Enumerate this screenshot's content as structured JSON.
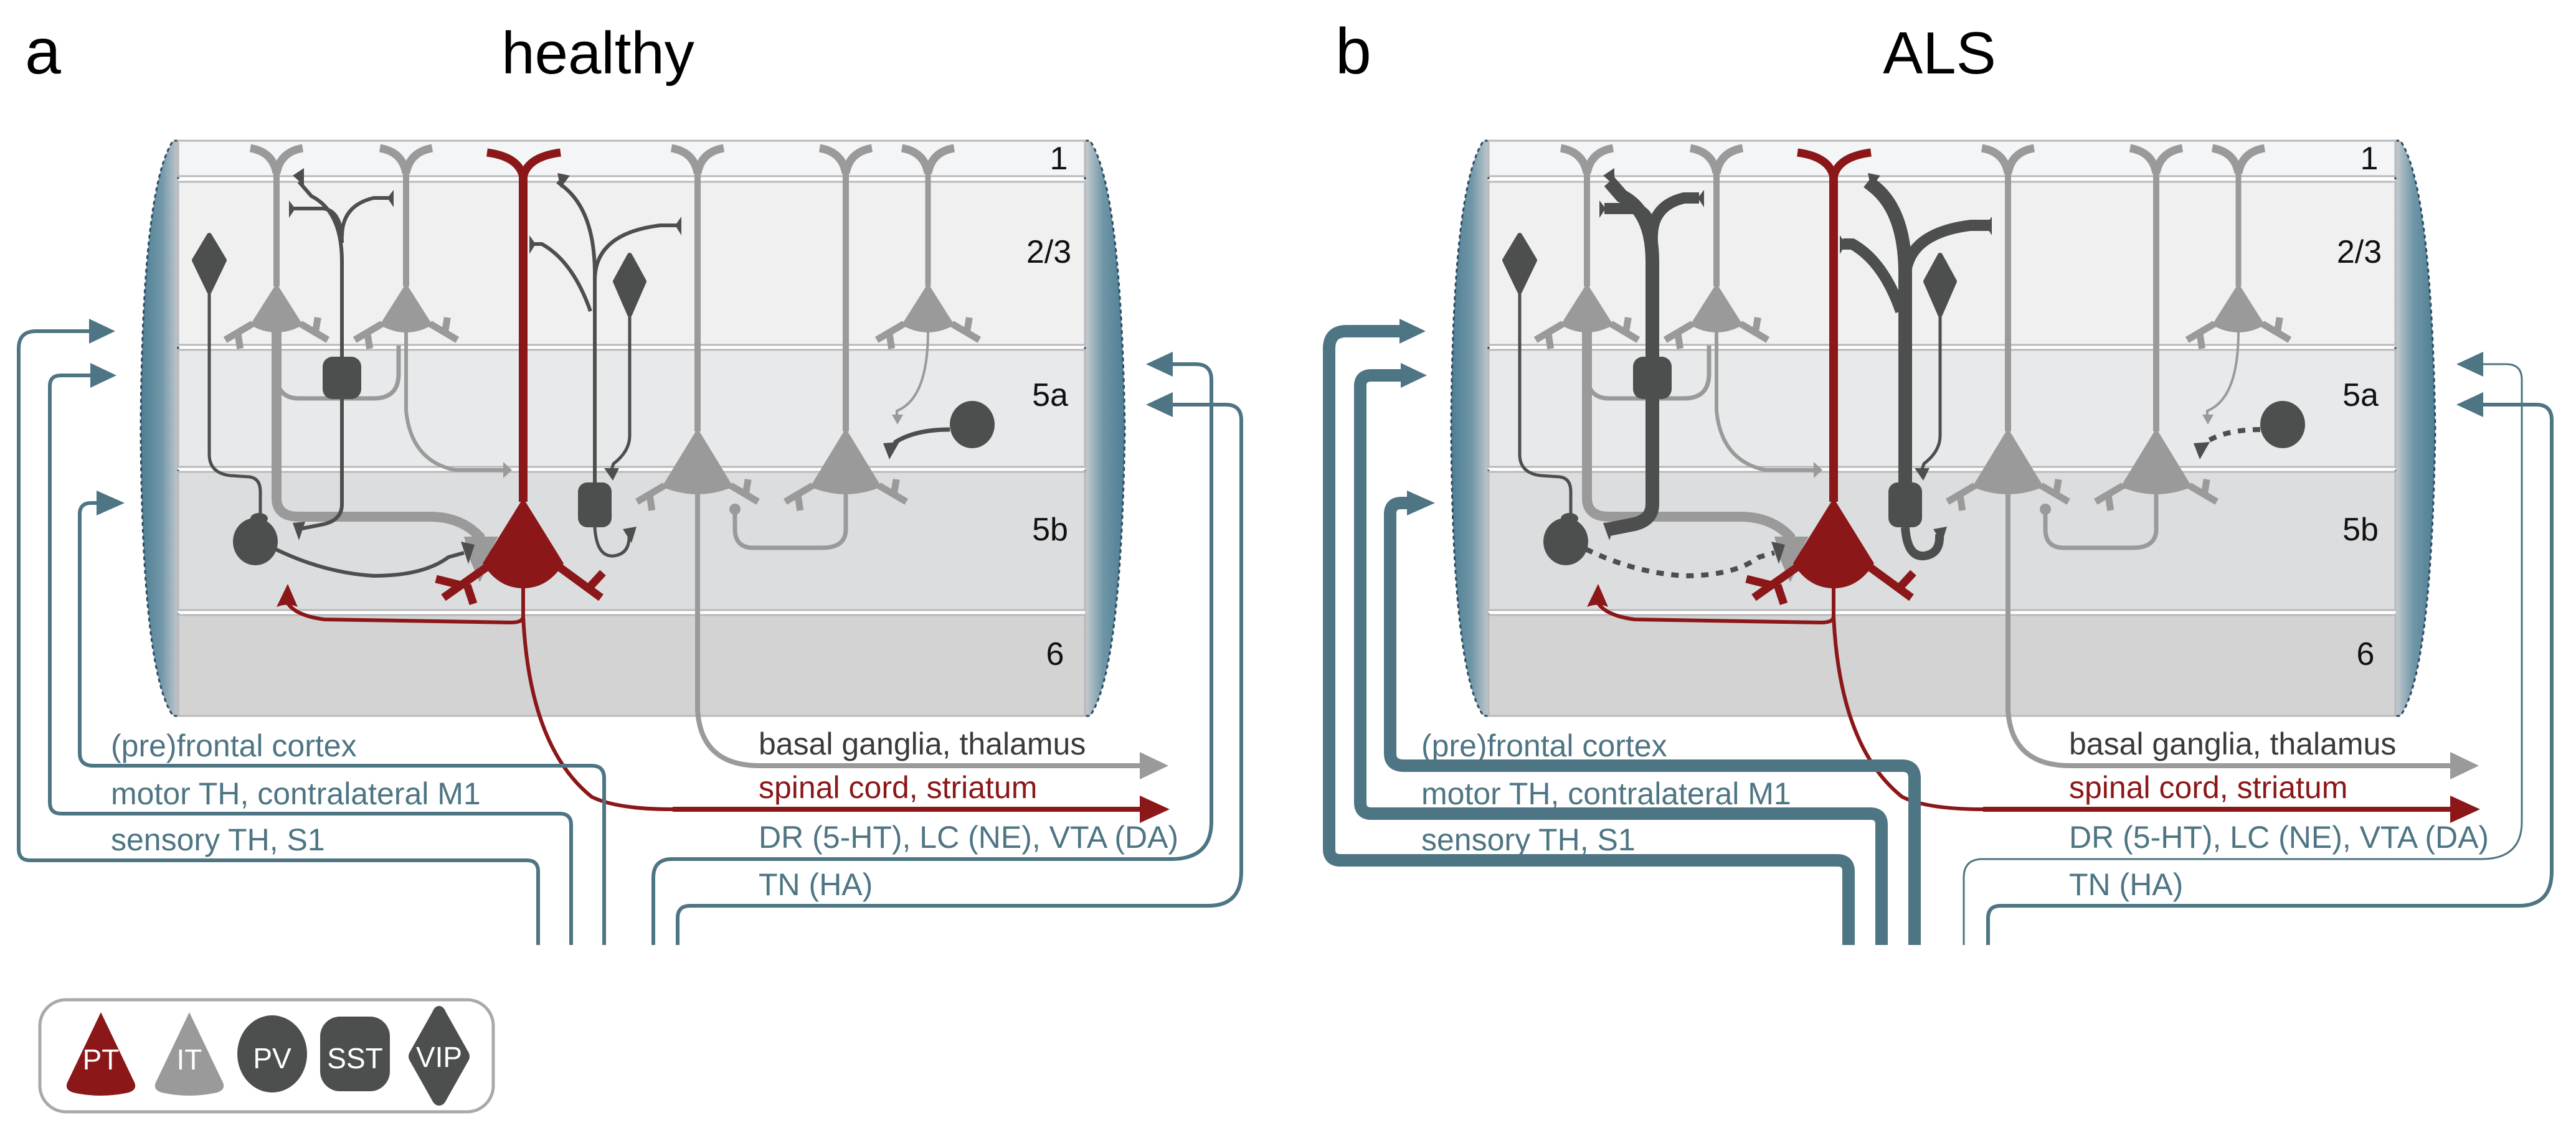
{
  "colors": {
    "pt": "#8b1718",
    "it": "#9a9a9a",
    "interneuron": "#4d4f4f",
    "input_tract": "#4e7583",
    "layer1": "#f4f5f7",
    "layer23": "#f0f0f1",
    "layer5a": "#e8e9ea",
    "layer5b": "#dcdddf",
    "layer6": "#d3d3d4",
    "layer_edge": "#b9b9bb"
  },
  "panels": [
    {
      "letter": "a",
      "title": "healthy",
      "layers": [
        "1",
        "2/3",
        "5a",
        "5b",
        "6"
      ],
      "input_labels": [
        "(pre)frontal cortex",
        "motor TH, contralateral M1",
        "sensory TH, S1"
      ],
      "output_labels": {
        "it": "basal ganglia, thalamus",
        "pt": "spinal cord, striatum"
      },
      "neuromod_labels": [
        "DR (5-HT), LC (NE), VTA (DA)",
        "TN (HA)"
      ],
      "state": {
        "input_strength": "normal",
        "sst_axon": "normal",
        "pv_connections": "solid",
        "neuromod_dr": "normal"
      }
    },
    {
      "letter": "b",
      "title": "ALS",
      "layers": [
        "1",
        "2/3",
        "5a",
        "5b",
        "6"
      ],
      "input_labels": [
        "(pre)frontal cortex",
        "motor TH, contralateral M1",
        "sensory TH, S1"
      ],
      "output_labels": {
        "it": "basal ganglia, thalamus",
        "pt": "spinal cord, striatum"
      },
      "neuromod_labels": [
        "DR (5-HT), LC (NE), VTA (DA)",
        "TN (HA)"
      ],
      "state": {
        "input_strength": "increased",
        "sst_axon": "increased",
        "pv_connections": "reduced (dashed)",
        "neuromod_dr": "reduced"
      }
    }
  ],
  "legend": [
    {
      "label": "PT",
      "shape": "pyramidal-red"
    },
    {
      "label": "IT",
      "shape": "pyramidal-grey"
    },
    {
      "label": "PV",
      "shape": "circle"
    },
    {
      "label": "SST",
      "shape": "rounded-square"
    },
    {
      "label": "VIP",
      "shape": "diamond"
    }
  ]
}
